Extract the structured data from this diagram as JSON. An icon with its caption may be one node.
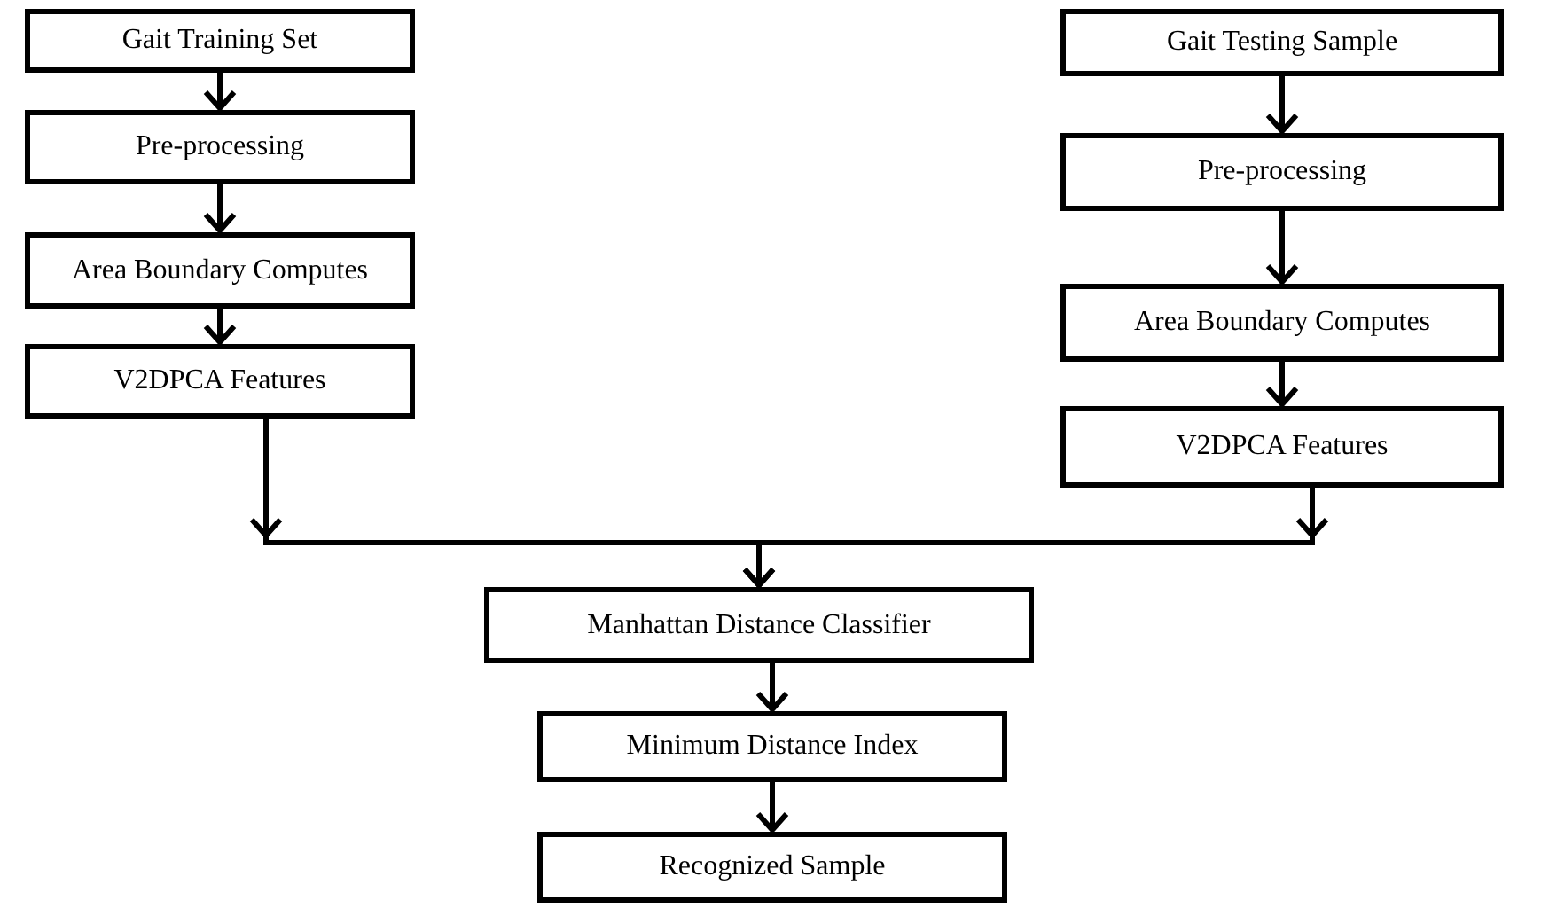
{
  "diagram": {
    "nodes": [
      {
        "text": [
          "Gait Training Set"
        ]
      },
      {
        "text": [
          "Pre-processing"
        ]
      },
      {
        "text": [
          "Area Boundary Computes"
        ]
      },
      {
        "text": [
          "V2DPCA Features"
        ]
      },
      {
        "text": [
          "Gait Testing Sample"
        ]
      },
      {
        "text": [
          "Pre-processing"
        ]
      },
      {
        "text": [
          "Area Boundary Computes"
        ]
      },
      {
        "text": [
          "V2DPCA Features"
        ]
      },
      {
        "text": [
          "Manhattan Distance Classifier"
        ]
      },
      {
        "text": [
          "Minimum Distance Index"
        ]
      },
      {
        "text": [
          "Recognized Sample"
        ]
      }
    ],
    "edges": [
      {
        "from": 0,
        "to": 1,
        "arrow": "to"
      },
      {
        "from": 1,
        "to": 2,
        "arrow": "to"
      },
      {
        "from": 2,
        "to": 3,
        "arrow": "to"
      },
      {
        "from": 4,
        "to": 5,
        "arrow": "to"
      },
      {
        "from": 5,
        "to": 6,
        "arrow": "to"
      },
      {
        "from": 6,
        "to": 7,
        "arrow": "to"
      },
      {
        "from": 3,
        "to": 8,
        "arrow": "to"
      },
      {
        "from": 7,
        "to": 8,
        "arrow": "to"
      },
      {
        "from": 8,
        "to": 9,
        "arrow": "to"
      },
      {
        "from": 9,
        "to": 10,
        "arrow": "to"
      }
    ]
  }
}
